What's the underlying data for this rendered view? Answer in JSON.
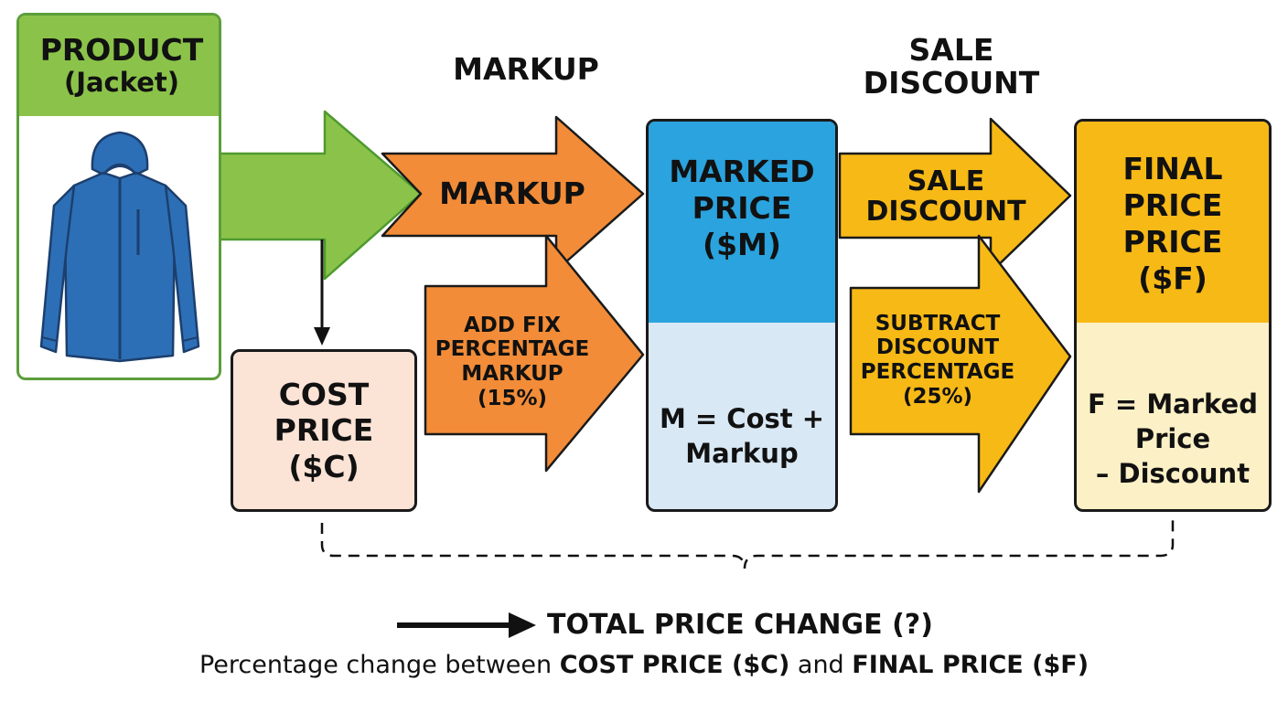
{
  "product": {
    "title": "PRODUCT",
    "subtitle": "(Jacket)"
  },
  "headings": {
    "markup": "MARKUP",
    "sale_discount": [
      "SALE",
      "DISCOUNT"
    ]
  },
  "arrows": {
    "markup": "MARKUP",
    "markup_detail": [
      "ADD FIX",
      "PERCENTAGE",
      "MARKUP",
      "(15%)"
    ],
    "sale_discount": [
      "SALE",
      "DISCOUNT"
    ],
    "discount_detail": [
      "SUBTRACT",
      "DISCOUNT",
      "PERCENTAGE",
      "(25%)"
    ]
  },
  "cost_price": [
    "COST",
    "PRICE",
    "($C)"
  ],
  "marked_price": {
    "title": [
      "MARKED",
      "PRICE",
      "($M)"
    ],
    "formula": [
      "M = Cost +",
      "Markup"
    ]
  },
  "final_price": {
    "title": [
      "FINAL",
      "PRICE",
      "PRICE",
      "($F)"
    ],
    "formula": [
      "F = Marked",
      "Price",
      "– Discount"
    ]
  },
  "summary": {
    "title": "TOTAL PRICE CHANGE (?)",
    "text_prefix": "Percentage change between ",
    "cost_bold": "COST PRICE ($C)",
    "text_middle": " and ",
    "final_bold": "FINAL PRICE ($F)"
  },
  "colors": {
    "product_green": "#8BC34A",
    "markup_orange": "#F28C38",
    "marked_blue": "#2AA3DE",
    "marked_light": "#D9E8F5",
    "discount_yellow": "#F7B916",
    "final_light": "#FCF0C6",
    "cost_light": "#FBE3D6",
    "jacket_blue": "#2D6FB6"
  }
}
